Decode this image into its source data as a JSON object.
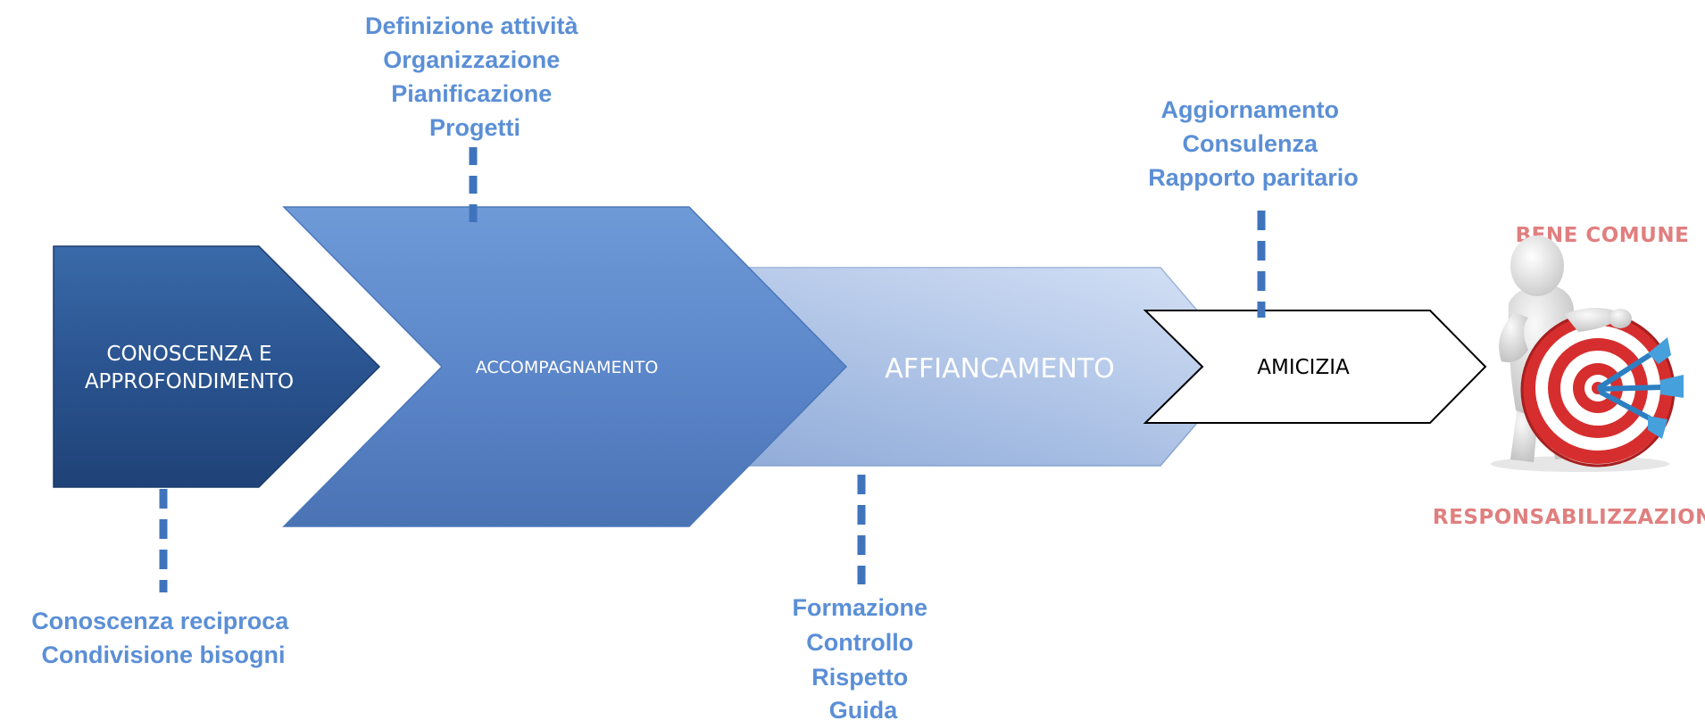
{
  "stages": [
    {
      "label_lines": [
        "CONOSCENZA E",
        "APPROFONDIMENTO"
      ]
    },
    {
      "label_lines": [
        "ACCOMPAGNAMENTO"
      ]
    },
    {
      "label_lines": [
        "AFFIANCAMENTO"
      ]
    },
    {
      "label_lines": [
        "AMICIZIA"
      ]
    }
  ],
  "notes": {
    "conoscenza": [
      "Conoscenza reciproca",
      "Condivisione bisogni"
    ],
    "accompagnamento": [
      "Definizione attività",
      "Organizzazione",
      "Pianificazione",
      "Progetti"
    ],
    "affiancamento": [
      "Formazione",
      "Controllo",
      "Rispetto",
      "Guida"
    ],
    "amicizia": [
      "Aggiornamento",
      "Consulenza",
      "Rapporto paritario"
    ]
  },
  "goal": {
    "top_label": "BENE COMUNE",
    "bottom_label": "RESPONSABILIZZAZIONE"
  },
  "colors": {
    "stage1": "#2a5490",
    "stage2": "#5a85c8",
    "stage3": "#aec3e6",
    "stage4_outline": "#000000",
    "notes_blue": "#5b8fd6",
    "connector_blue": "#3f74bd",
    "goal_red": "#e07f7f"
  }
}
